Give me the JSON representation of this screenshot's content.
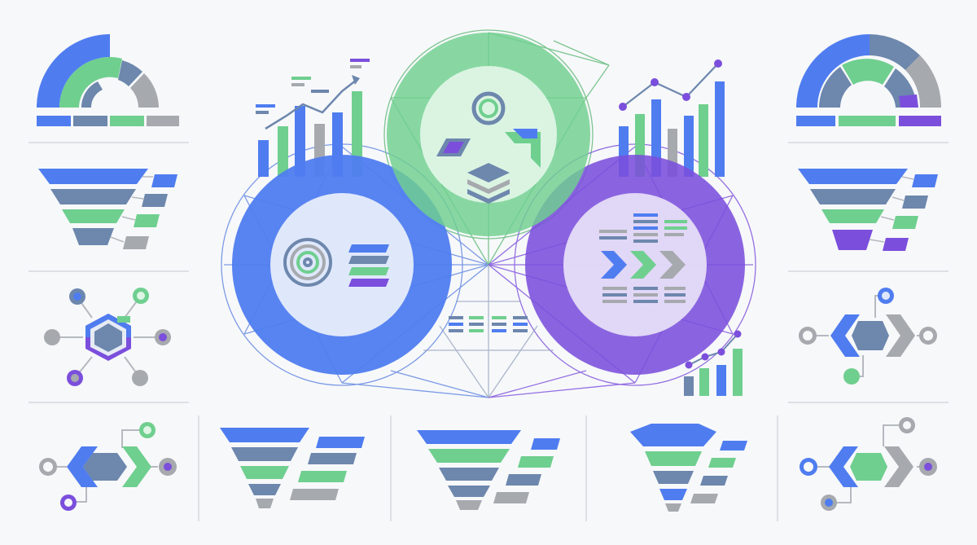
{
  "canvas": {
    "background": "#f7f8fa"
  },
  "palette": {
    "blue": "#4f7df0",
    "blue_light": "#dfe8fb",
    "slate": "#6d87ad",
    "green": "#6fcf8f",
    "green_light": "#dff5e6",
    "purple": "#7b4fdc",
    "purple_light": "#e6ddf7",
    "gray": "#a6a9ae",
    "line": "#d5d8dd"
  },
  "tiles": [
    {
      "id": "gauge-left",
      "kind": "semicircle-gauge",
      "icon": "gauge-chart-icon"
    },
    {
      "id": "funnel-left-1",
      "kind": "funnel",
      "icon": "funnel-icon"
    },
    {
      "id": "hub-left-1",
      "kind": "hexagon-hub",
      "icon": "hexagon-network-icon"
    },
    {
      "id": "chevron-hub-left-2",
      "kind": "chevron-hub",
      "icon": "chevron-network-icon"
    },
    {
      "id": "funnel-bottom-1",
      "kind": "funnel",
      "icon": "funnel-icon"
    },
    {
      "id": "funnel-bottom-2",
      "kind": "funnel",
      "icon": "funnel-icon"
    },
    {
      "id": "pyramid-bottom-3",
      "kind": "stacked-pyramid",
      "icon": "pyramid-icon"
    },
    {
      "id": "chevron-hub-right-2",
      "kind": "chevron-hub",
      "icon": "chevron-network-icon"
    },
    {
      "id": "gauge-right",
      "kind": "semicircle-gauge",
      "icon": "gauge-chart-icon"
    },
    {
      "id": "funnel-right-1",
      "kind": "funnel",
      "icon": "funnel-icon"
    },
    {
      "id": "chevron-hub-right-1",
      "kind": "chevron-hub",
      "icon": "chevron-network-icon"
    }
  ],
  "center": {
    "circles": [
      {
        "id": "blue-circle",
        "color": "blue",
        "icon": "target-rings-icon"
      },
      {
        "id": "green-circle",
        "color": "green",
        "icon": "layers-icon"
      },
      {
        "id": "purple-circle",
        "color": "purple",
        "icon": "process-chevrons-icon"
      }
    ],
    "charts": [
      {
        "id": "bar-chart-left",
        "icon": "bar-chart-icon"
      },
      {
        "id": "bar-chart-right",
        "icon": "bar-chart-icon"
      },
      {
        "id": "bar-chart-small",
        "icon": "bar-chart-icon"
      }
    ]
  }
}
